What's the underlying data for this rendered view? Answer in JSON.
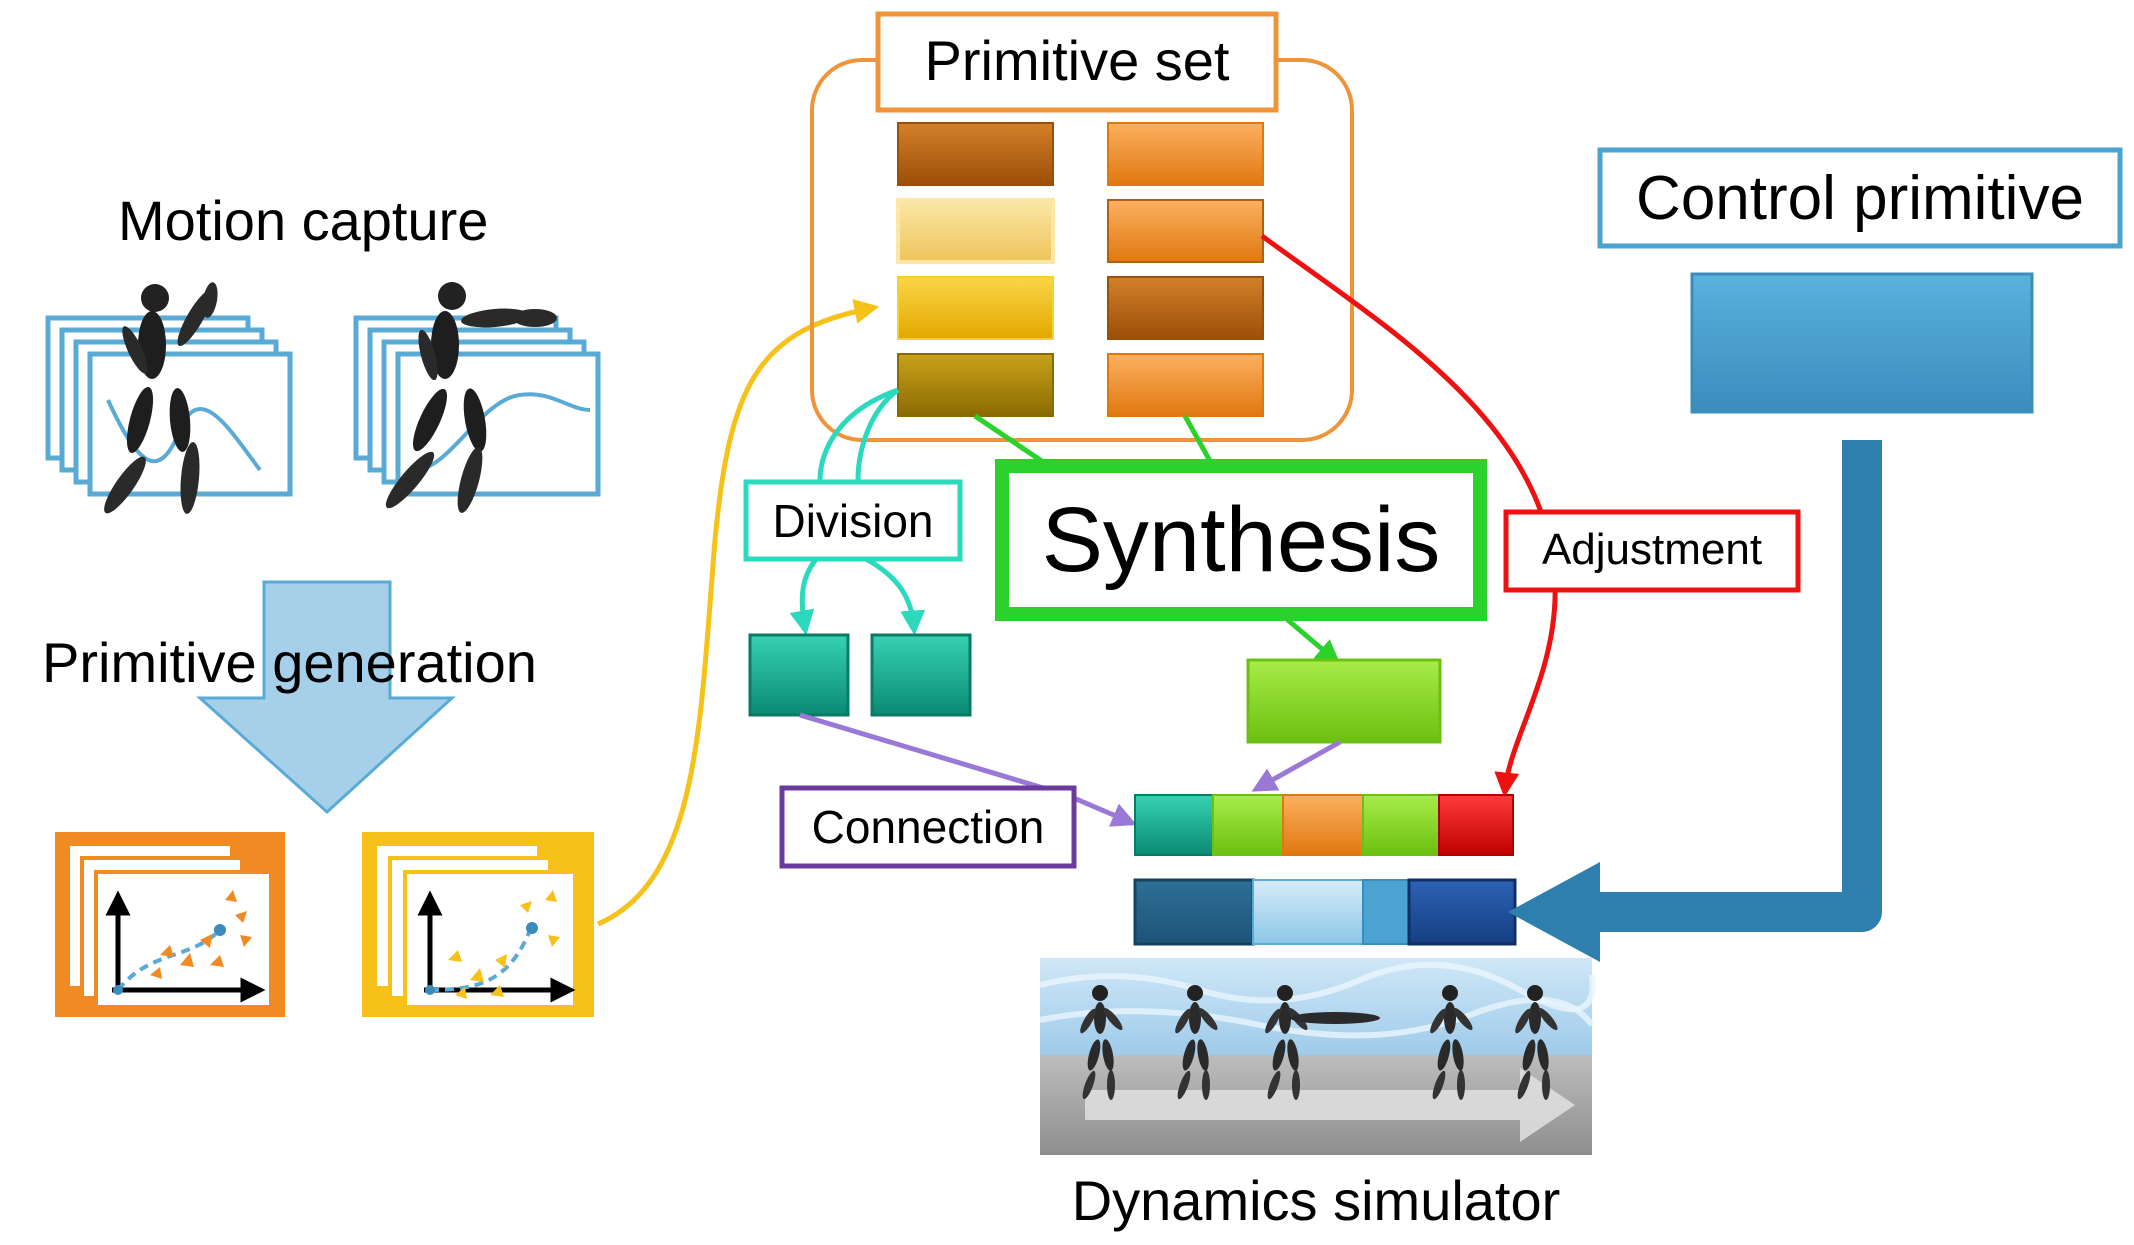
{
  "labels": {
    "motion_capture": "Motion capture",
    "primitive_generation": "Primitive generation",
    "primitive_set": "Primitive set",
    "control_primitive": "Control primitive",
    "division": "Division",
    "synthesis": "Synthesis",
    "adjustment": "Adjustment",
    "connection": "Connection",
    "dynamics_simulator": "Dynamics simulator"
  },
  "colors": {
    "motion_frame_blue": "#5aaad6",
    "big_arrow_blue": "#a6d0ea",
    "primitive_set_border": "#f0943a",
    "orange_block": "#f08a22",
    "dark_orange_block": "#b35f0c",
    "light_yellow_block": "#f3d27a",
    "yellow_block": "#f6c21a",
    "olive_block": "#a88608",
    "teal_block": "#1bb89c",
    "green_block": "#86d920",
    "red_block": "#e00f0f",
    "control_blue": "#4aa3d0",
    "control_arrow_blue": "#2e7fae",
    "dark_blue_block": "#1e4f9e",
    "synthesis_green": "#2bd22b",
    "adjustment_red": "#ee1111",
    "connection_purple": "#6a3a9c",
    "connection_arrow": "#9a78d6",
    "yellow_curve": "#f6c21a"
  }
}
